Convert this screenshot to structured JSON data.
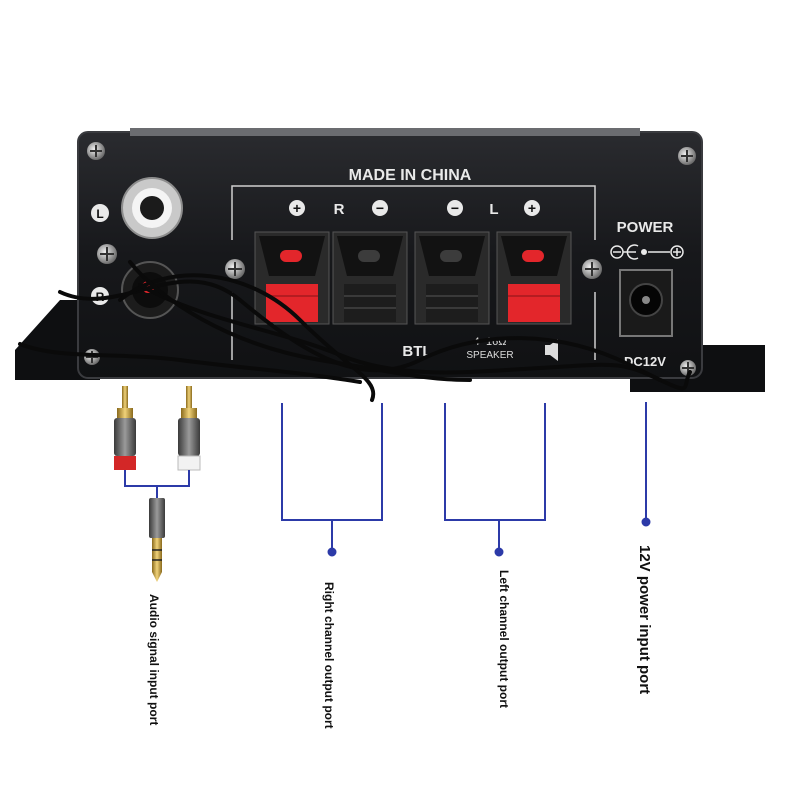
{
  "panel": {
    "made_in": "MADE IN CHINA",
    "power": "POWER",
    "btl": "BTL",
    "impedance": "4~16Ω",
    "speaker": "SPEAKER",
    "dc": "DC12V",
    "input_l": "L",
    "input_r": "R",
    "term_r": "R",
    "term_l": "L",
    "plus": "+",
    "minus": "−"
  },
  "annotations": {
    "audio_input": "Audio signal input port",
    "right_output": "Right channel output port",
    "left_output": "Left channel output port",
    "power_input": "12V power input port"
  },
  "colors": {
    "panel": "#17181b",
    "accent_line": "#2c3aa8",
    "terminal_red": "#e3262b",
    "terminal_black": "#1d1d1d"
  }
}
